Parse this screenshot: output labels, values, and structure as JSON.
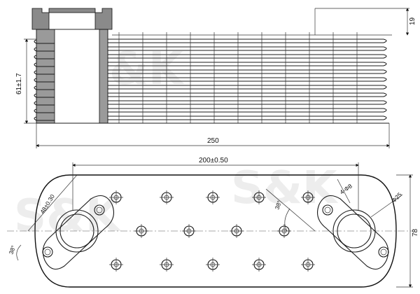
{
  "dimensions": {
    "height": "61±1.7",
    "top_offset": "19",
    "total_length": "250",
    "hole_spacing": "200±0.50",
    "flange_width": "78",
    "flange_diag": "48±0.30",
    "bolt_holes": "4-Φ8",
    "port_dia": "Φ25",
    "angle_left": "38°",
    "angle_right": "38°",
    "angle_small": "38°"
  },
  "watermark": {
    "text_1": "S&K",
    "text_2": "S&K",
    "text_3": "S&K"
  }
}
